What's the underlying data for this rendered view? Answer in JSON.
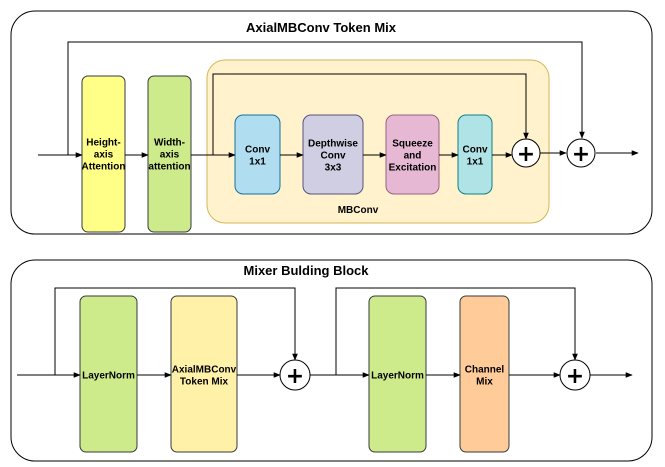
{
  "top_section": {
    "title": "AxialMBConv Token Mix",
    "height_axis_attention": [
      "Height-",
      "axis",
      "Attention"
    ],
    "width_axis_attention": [
      "Width-",
      "axis",
      "attention"
    ],
    "mbconv": {
      "label": "MBConv",
      "conv1": [
        "Conv",
        "1x1"
      ],
      "depthwise": [
        "Depthwise",
        "Conv",
        "3x3"
      ],
      "squeeze": [
        "Squeeze",
        "and",
        "Excitation"
      ],
      "conv2": [
        "Conv",
        "1x1"
      ]
    }
  },
  "bottom_section": {
    "title": "Mixer Bulding Block",
    "layernorm1": [
      "LayerNorm"
    ],
    "token_mix": [
      "AxialMBConv",
      "Token Mix"
    ],
    "layernorm2": [
      "LayerNorm"
    ],
    "channel_mix": [
      "Channel",
      "Mix"
    ]
  },
  "colors": {
    "yellow_fill": "#ffff88",
    "yellow_stroke": "#36393d",
    "green_fill": "#cdeb8b",
    "green_stroke": "#36393d",
    "mbconv_fill": "#fff2cc",
    "mbconv_stroke": "#d6b656",
    "blue_fill": "#b1ddf0",
    "blue_stroke": "#10739e",
    "purple_fill": "#d0cee2",
    "purple_stroke": "#56517e",
    "pink_fill": "#e6b8d4",
    "pink_stroke": "#996185",
    "cyan_fill": "#b0e3e6",
    "cyan_stroke": "#0e8088",
    "orange_fill": "#ffcc99",
    "orange_stroke": "#36393d",
    "token_mix_fill": "#fff2a8"
  },
  "icons": {
    "add": "plus-circle-icon",
    "arrow": "arrowhead-icon"
  }
}
